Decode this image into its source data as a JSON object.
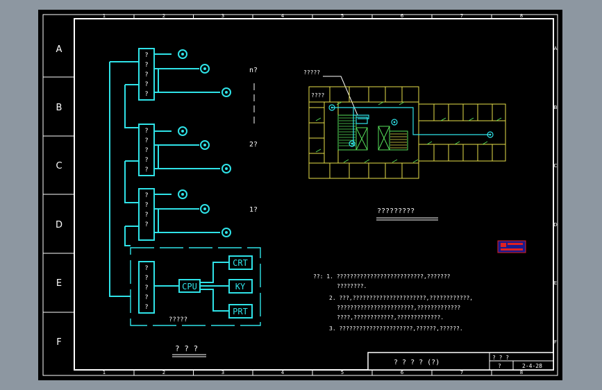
{
  "colors": {
    "background": "#8d97a1",
    "sheet": "#000000",
    "frame": "#ffffff",
    "cyan": "#2fe3e8",
    "yellow": "#e7e04a",
    "green": "#56e05a",
    "stamp": "#e02020"
  },
  "zones": {
    "rows": [
      "A",
      "B",
      "C",
      "D",
      "E",
      "F"
    ],
    "cols": [
      "1",
      "2",
      "3",
      "4",
      "5",
      "6",
      "7",
      "8"
    ]
  },
  "diagram": {
    "floor_labels": [
      "n?",
      "2?",
      "1?"
    ],
    "boxes_q": [
      "?",
      "?",
      "?",
      "?",
      "?"
    ],
    "cpu": "CPU",
    "crt": "CRT",
    "ky": "KY",
    "prt": "PRT",
    "control_room_label": "?????",
    "caption": "? ? ?"
  },
  "plan": {
    "label_top": "?????",
    "label_left": "????",
    "caption": "?????????"
  },
  "notes": {
    "lines": [
      "??: 1. ??????????????????????????,???????",
      "????????.",
      "2. ???,??????????????????????,????????????,",
      "???????????????????????,?????????????",
      "????,????????????,?????????????.",
      "3. ??????????????????????,??????,??????."
    ]
  },
  "title_block": {
    "main": "? ? ? ? (?)",
    "top_right": "? ? ?",
    "q": "?",
    "number": "2-4-28"
  }
}
